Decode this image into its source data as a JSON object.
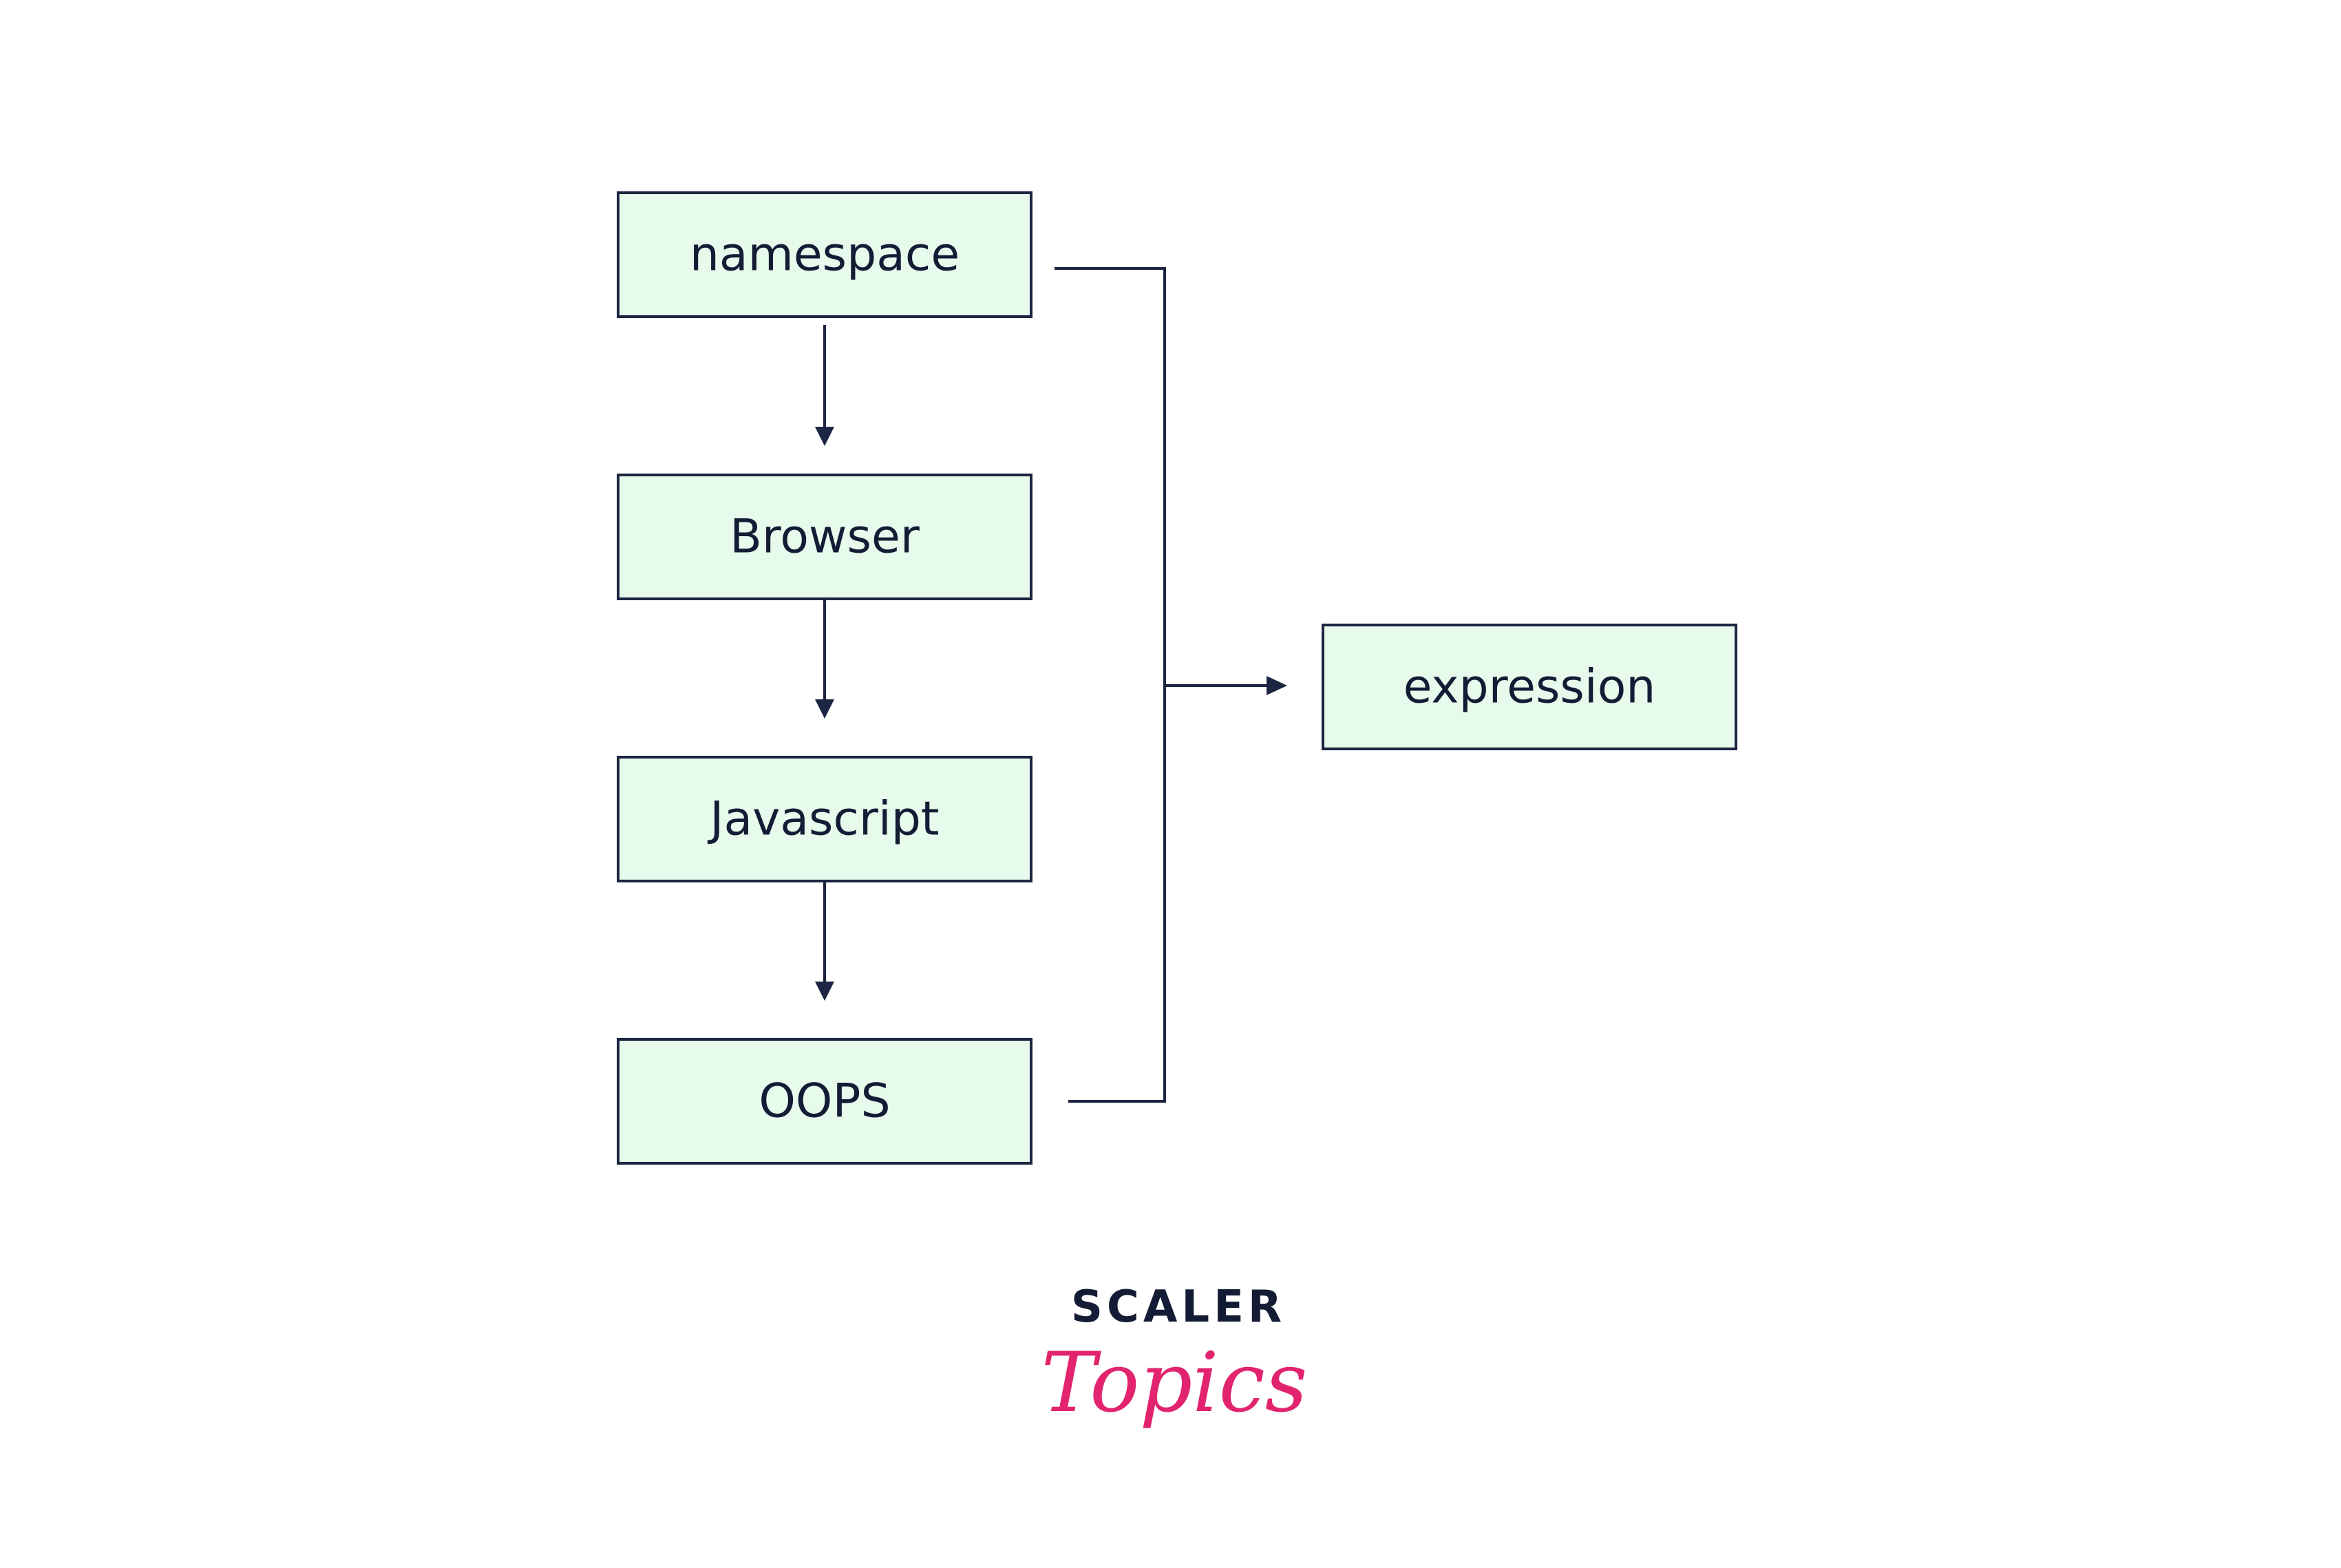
{
  "diagram": {
    "nodes": {
      "namespace": "namespace",
      "browser": "Browser",
      "javascript": "Javascript",
      "oops": "OOPS",
      "expression": "expression"
    }
  },
  "logo": {
    "word": "SCALER",
    "script": "Topics"
  },
  "colors": {
    "box_fill": "#e6fbec",
    "box_stroke": "#1c2541",
    "text": "#141c35",
    "logo_accent": "#e2246f"
  }
}
